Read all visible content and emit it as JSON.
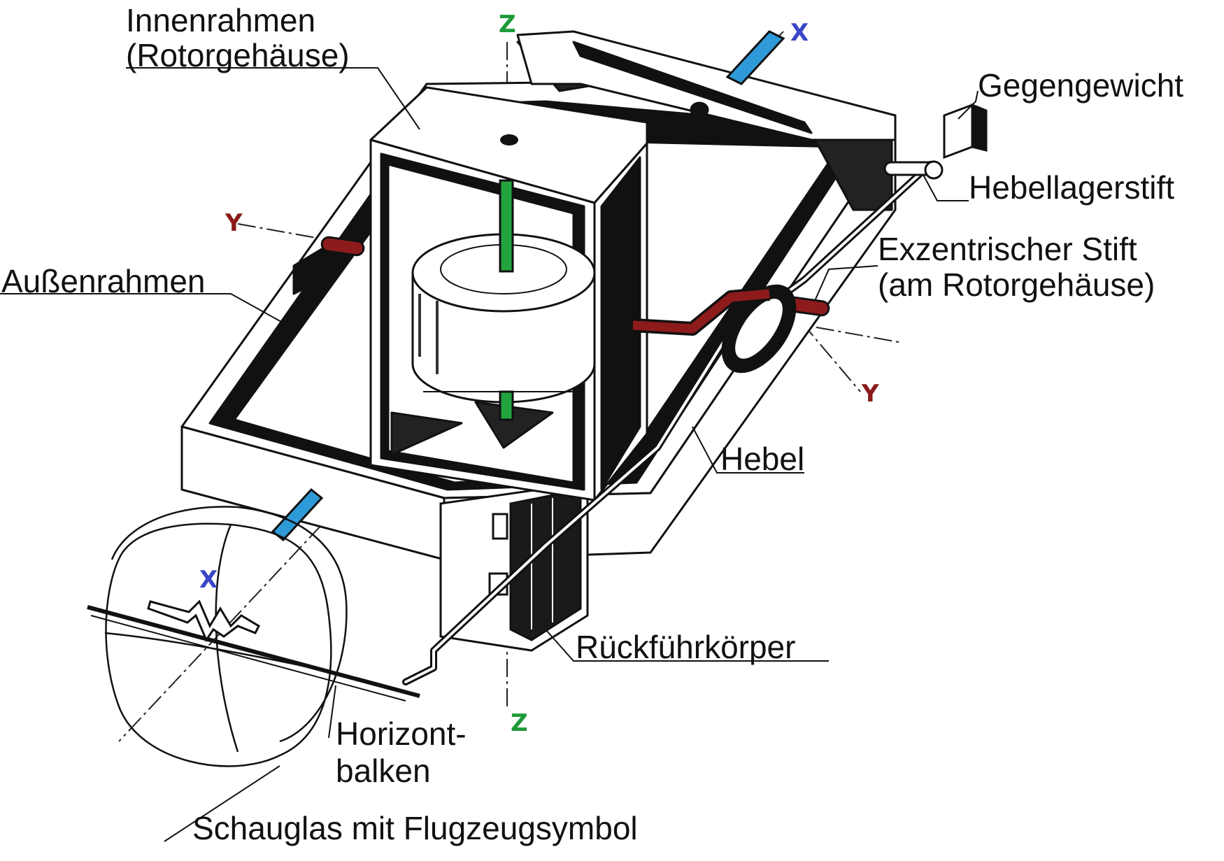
{
  "labels": {
    "inner_frame_1": "Innenrahmen",
    "inner_frame_2": "(Rotorgehäuse)",
    "counterweight": "Gegengewicht",
    "lever_pin": "Hebellagerstift",
    "eccentric_1": "Exzentrischer Stift",
    "eccentric_2": "(am Rotorgehäuse)",
    "outer_frame": "Außenrahmen",
    "lever": "Hebel",
    "return_body": "Rückführkörper",
    "horizon_bar_1": "Horizont-",
    "horizon_bar_2": "balken",
    "sight_glass": "Schauglas mit Flugzeugsymbol"
  },
  "axes": {
    "x_top": "X",
    "x_bottom": "X",
    "y_left": "Y",
    "y_right": "Y",
    "z_top": "Z",
    "z_bottom": "Z"
  },
  "colors": {
    "x_axis": "#3a47c8",
    "y_axis": "#8b1a1a",
    "z_axis": "#1f9a3a",
    "x_pin": "#2f9ad8",
    "y_pin": "#8e1b1b",
    "z_shaft": "#23a33f"
  }
}
